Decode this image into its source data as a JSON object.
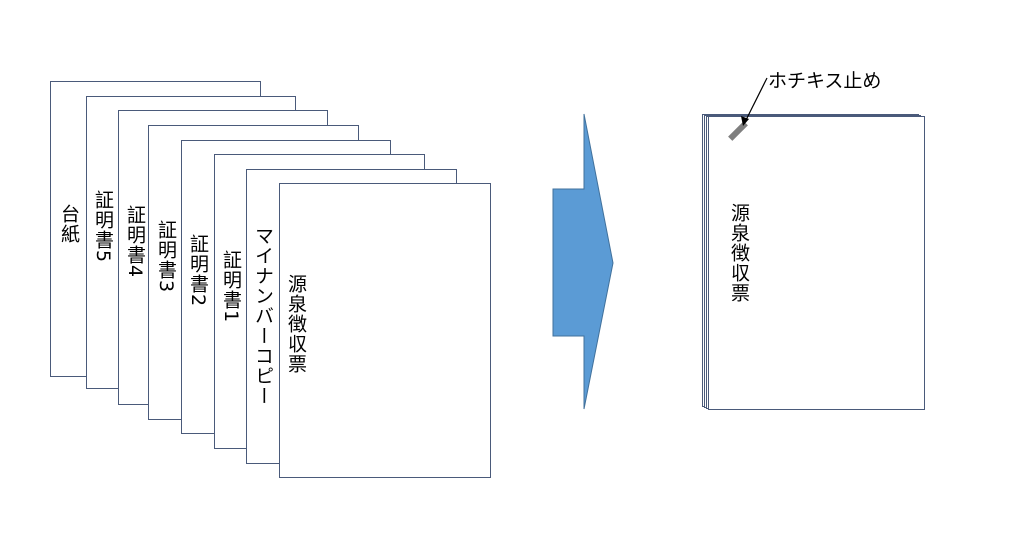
{
  "stack": {
    "sheets": [
      {
        "label": "台紙"
      },
      {
        "label": "証明書5"
      },
      {
        "label": "証明書4"
      },
      {
        "label": "証明書3"
      },
      {
        "label": "証明書2"
      },
      {
        "label": "証明書1"
      },
      {
        "label": "マイナンバーコピー"
      },
      {
        "label": "源泉徴収票"
      }
    ]
  },
  "arrow": {
    "color": "#5b9bd5",
    "outline": "#41719c"
  },
  "result": {
    "label": "源泉徴収票",
    "staple_caption": "ホチキス止め",
    "staple_color": "#7f7f7f"
  }
}
